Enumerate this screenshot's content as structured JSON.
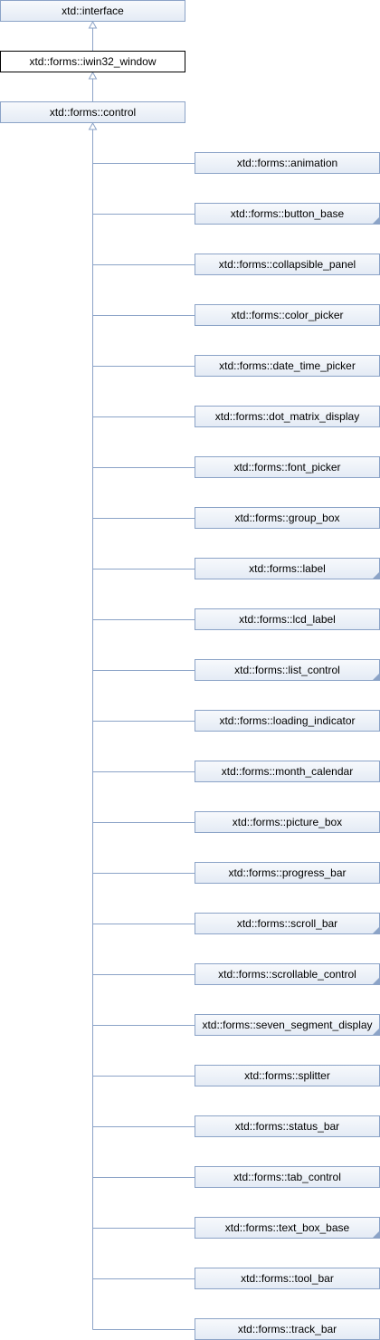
{
  "colors": {
    "line": "#8ba3c7",
    "box_fill": "#e8eef7",
    "box_border": "#8ba3c7",
    "current_border": "#000000"
  },
  "ancestors": [
    {
      "label": "xtd::interface"
    },
    {
      "label": "xtd::forms::iwin32_window",
      "current": true
    },
    {
      "label": "xtd::forms::control"
    }
  ],
  "derived": [
    {
      "label": "xtd::forms::animation",
      "has_children": false
    },
    {
      "label": "xtd::forms::button_base",
      "has_children": true
    },
    {
      "label": "xtd::forms::collapsible_panel",
      "has_children": false
    },
    {
      "label": "xtd::forms::color_picker",
      "has_children": false
    },
    {
      "label": "xtd::forms::date_time_picker",
      "has_children": false
    },
    {
      "label": "xtd::forms::dot_matrix_display",
      "has_children": false
    },
    {
      "label": "xtd::forms::font_picker",
      "has_children": false
    },
    {
      "label": "xtd::forms::group_box",
      "has_children": false
    },
    {
      "label": "xtd::forms::label",
      "has_children": true
    },
    {
      "label": "xtd::forms::lcd_label",
      "has_children": false
    },
    {
      "label": "xtd::forms::list_control",
      "has_children": true
    },
    {
      "label": "xtd::forms::loading_indicator",
      "has_children": false
    },
    {
      "label": "xtd::forms::month_calendar",
      "has_children": false
    },
    {
      "label": "xtd::forms::picture_box",
      "has_children": false
    },
    {
      "label": "xtd::forms::progress_bar",
      "has_children": false
    },
    {
      "label": "xtd::forms::scroll_bar",
      "has_children": true
    },
    {
      "label": "xtd::forms::scrollable_control",
      "has_children": true
    },
    {
      "label": "xtd::forms::seven_segment_display",
      "has_children": true
    },
    {
      "label": "xtd::forms::splitter",
      "has_children": false
    },
    {
      "label": "xtd::forms::status_bar",
      "has_children": false
    },
    {
      "label": "xtd::forms::tab_control",
      "has_children": false
    },
    {
      "label": "xtd::forms::text_box_base",
      "has_children": true
    },
    {
      "label": "xtd::forms::tool_bar",
      "has_children": false
    },
    {
      "label": "xtd::forms::track_bar",
      "has_children": false
    }
  ]
}
